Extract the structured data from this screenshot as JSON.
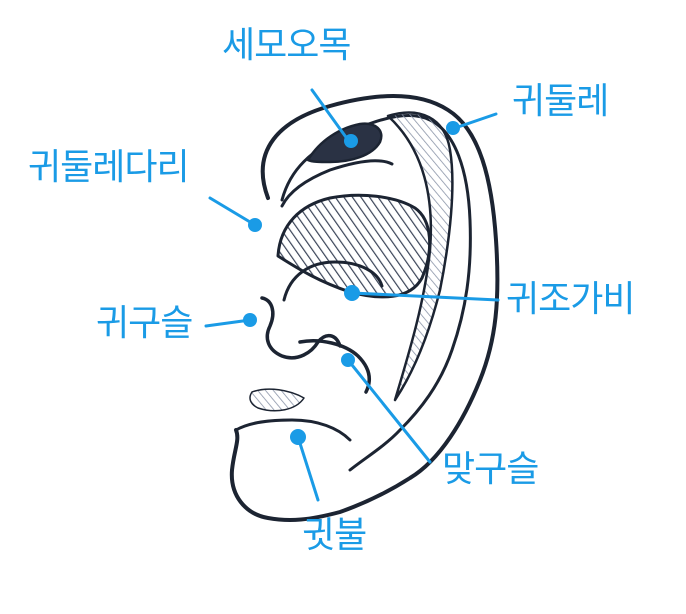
{
  "accent_color": "#1a9be6",
  "ink_color": "#1c2432",
  "labels": [
    {
      "id": "scapha",
      "text": "세모오목"
    },
    {
      "id": "helix",
      "text": "귀둘레"
    },
    {
      "id": "crus-of-helix",
      "text": "귀둘레다리"
    },
    {
      "id": "tragus",
      "text": "귀구슬"
    },
    {
      "id": "concha",
      "text": "귀조가비"
    },
    {
      "id": "antitragus",
      "text": "맞구슬"
    },
    {
      "id": "lobule",
      "text": "귓불"
    }
  ]
}
